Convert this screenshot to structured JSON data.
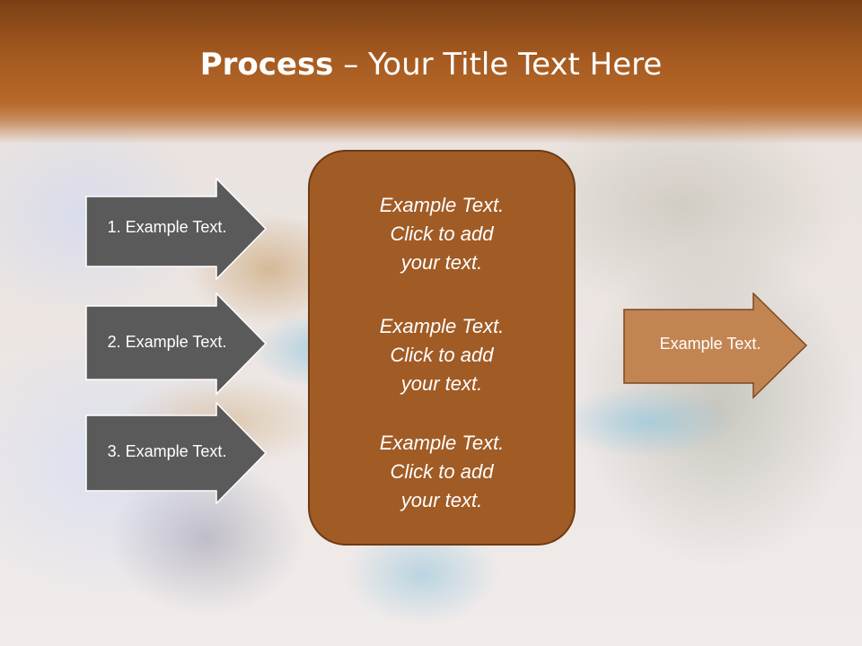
{
  "slide": {
    "title_bold": "Process",
    "title_rest": " – Your Title Text Here"
  },
  "steps": [
    {
      "label": "1. Example Text."
    },
    {
      "label": "2. Example Text."
    },
    {
      "label": "3. Example Text."
    }
  ],
  "center": {
    "blocks": [
      {
        "line1": "Example Text.",
        "line2": "Click  to add",
        "line3": "your text."
      },
      {
        "line1": "Example Text.",
        "line2": "Click  to add",
        "line3": "your text."
      },
      {
        "line1": "Example Text.",
        "line2": "Click  to add",
        "line3": "your text."
      }
    ]
  },
  "result": {
    "label": "Example Text."
  },
  "colors": {
    "title_band": "#a55a20",
    "step_arrow_fill": "#5a5a5a",
    "center_box_fill": "#a15b25",
    "result_arrow_fill": "#c28552"
  }
}
